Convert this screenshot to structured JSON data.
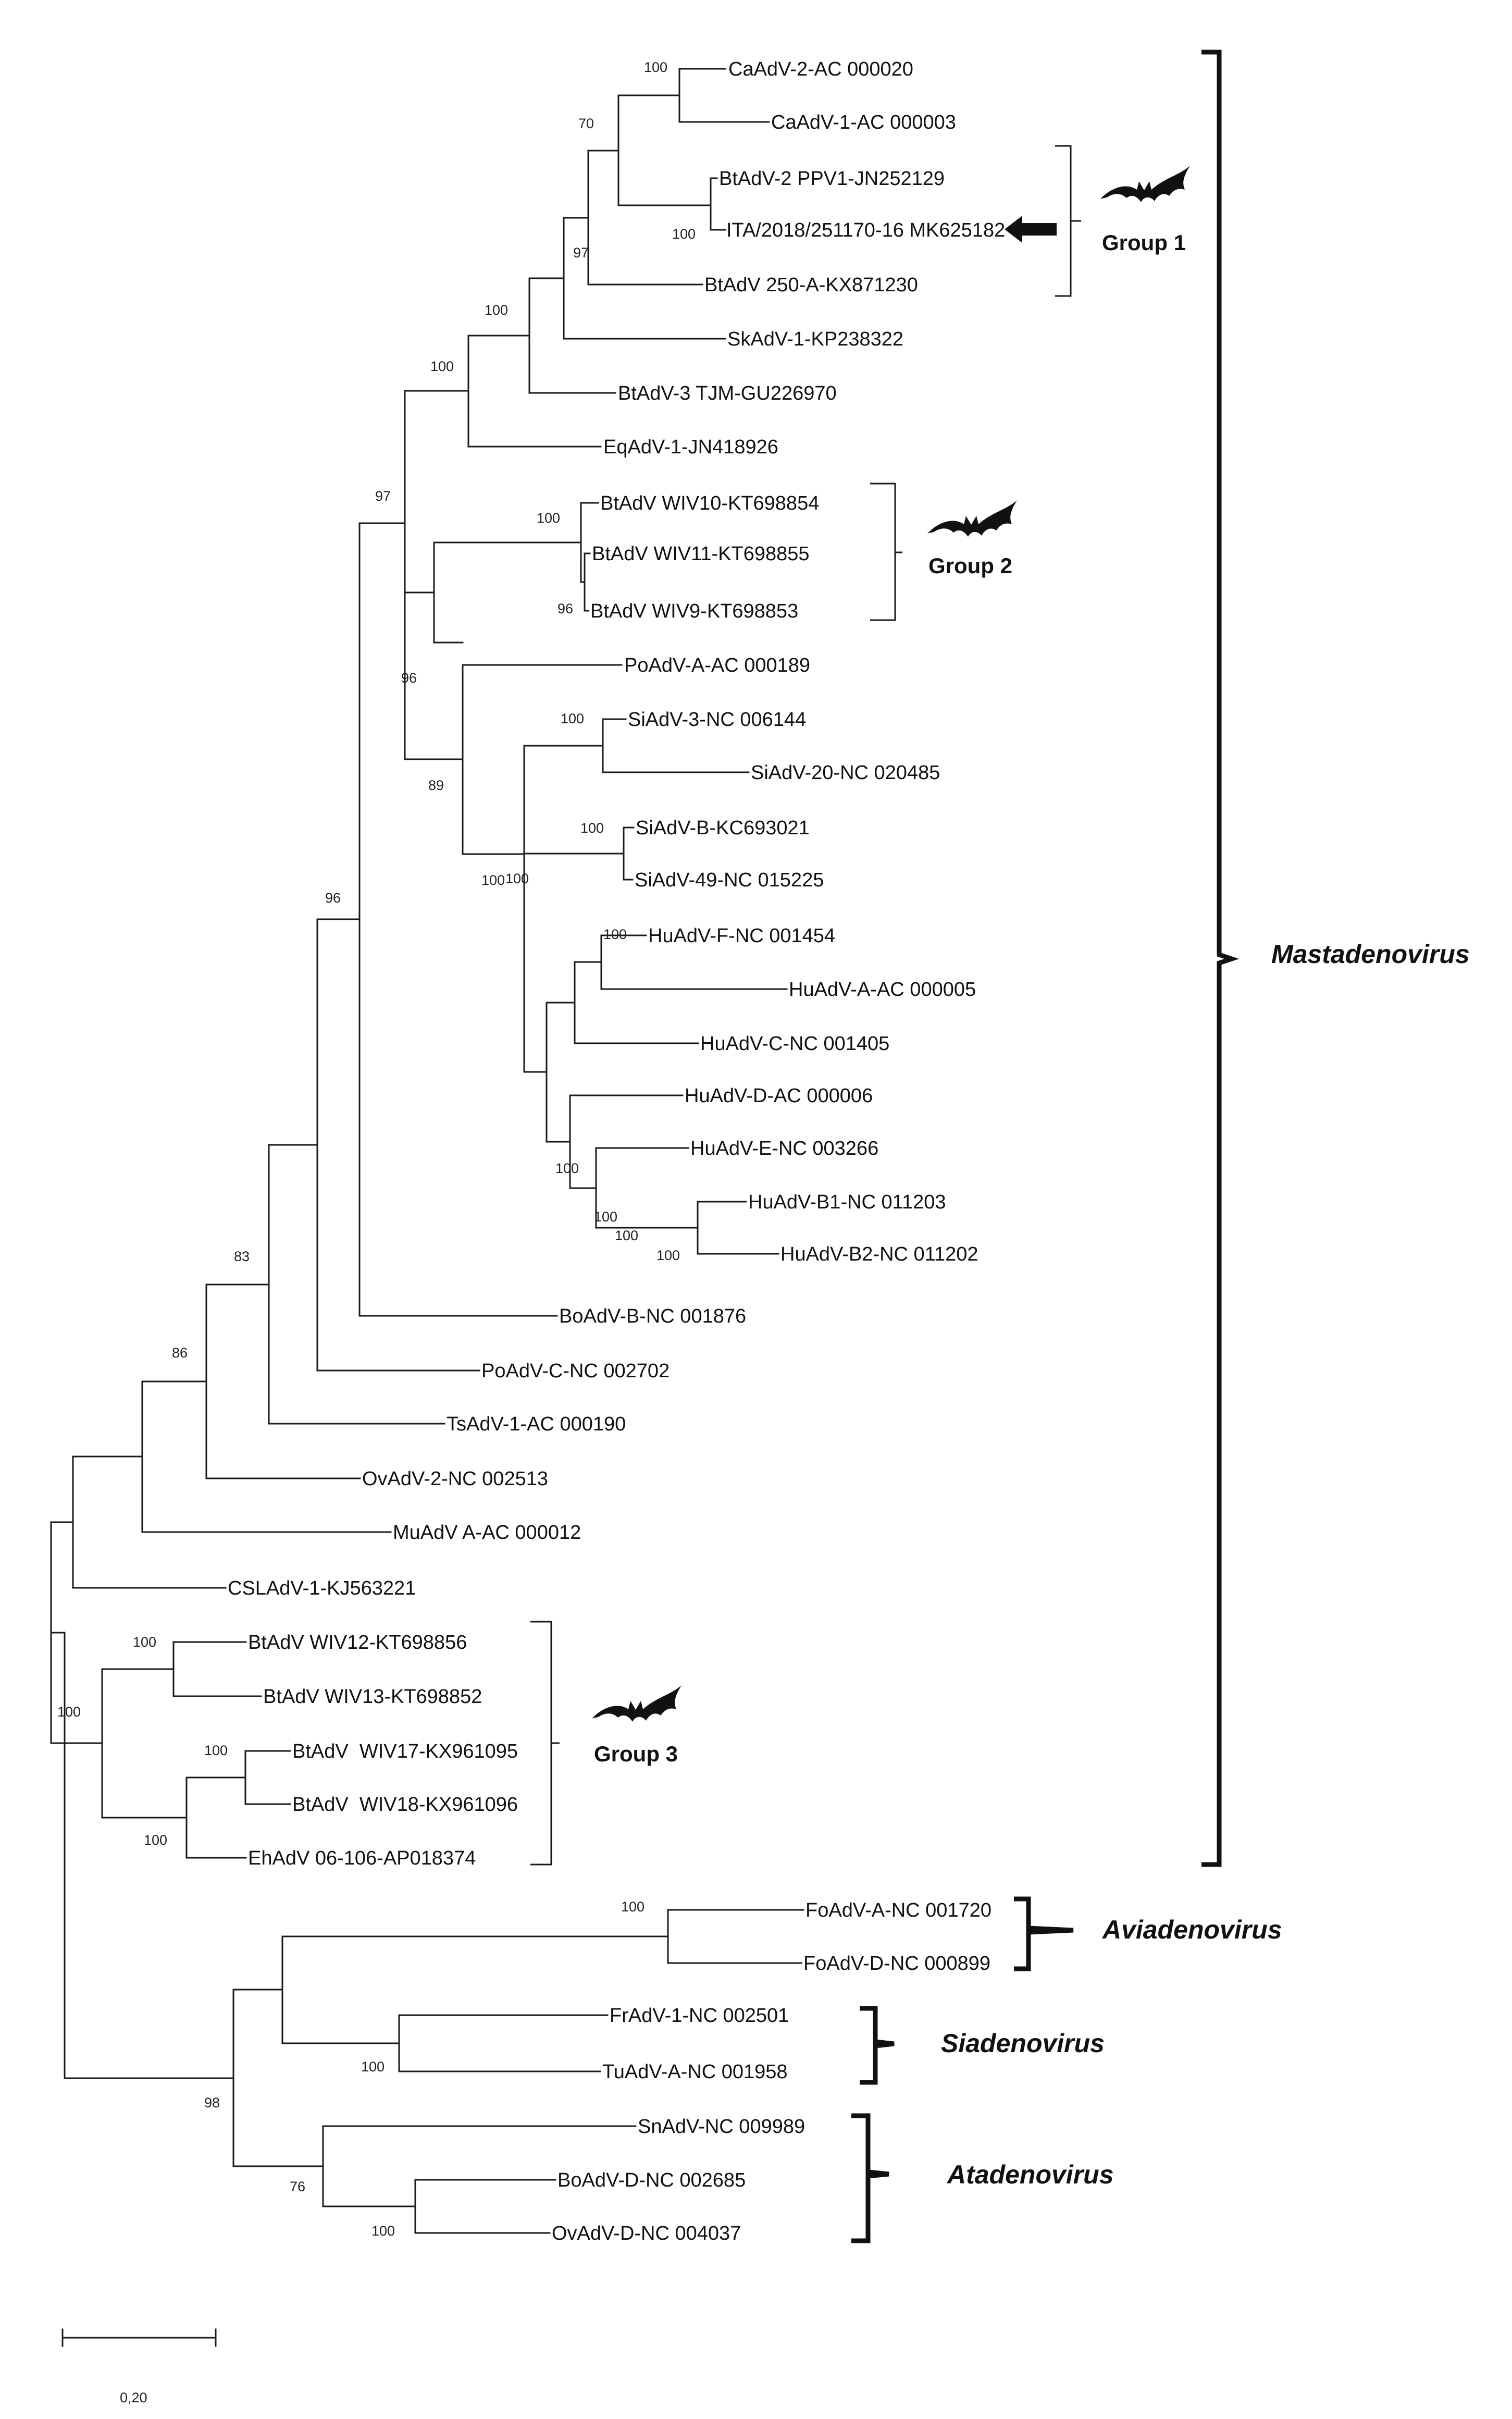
{
  "tree": {
    "leaves": [
      {
        "name": "CaAdV-2-AC 000020"
      },
      {
        "name": "CaAdV-1-AC 000003"
      },
      {
        "name": "BtAdV-2 PPV1-JN252129"
      },
      {
        "name": "ITA/2018/251170-16 MK625182"
      },
      {
        "name": "BtAdV 250-A-KX871230"
      },
      {
        "name": "SkAdV-1-KP238322"
      },
      {
        "name": "BtAdV-3 TJM-GU226970"
      },
      {
        "name": "EqAdV-1-JN418926"
      },
      {
        "name": "BtAdV WIV10-KT698854"
      },
      {
        "name": "BtAdV WIV11-KT698855"
      },
      {
        "name": "BtAdV WIV9-KT698853"
      },
      {
        "name": "PoAdV-A-AC 000189"
      },
      {
        "name": "SiAdV-3-NC 006144"
      },
      {
        "name": "SiAdV-20-NC 020485"
      },
      {
        "name": "SiAdV-B-KC693021"
      },
      {
        "name": "SiAdV-49-NC 015225"
      },
      {
        "name": "HuAdV-F-NC 001454"
      },
      {
        "name": "HuAdV-A-AC 000005"
      },
      {
        "name": "HuAdV-C-NC 001405"
      },
      {
        "name": "HuAdV-D-AC 000006"
      },
      {
        "name": "HuAdV-E-NC 003266"
      },
      {
        "name": "HuAdV-B1-NC 011203"
      },
      {
        "name": "HuAdV-B2-NC 011202"
      },
      {
        "name": "BoAdV-B-NC 001876"
      },
      {
        "name": "PoAdV-C-NC 002702"
      },
      {
        "name": "TsAdV-1-AC 000190"
      },
      {
        "name": "OvAdV-2-NC 002513"
      },
      {
        "name": "MuAdV A-AC 000012"
      },
      {
        "name": "CSLAdV-1-KJ563221"
      },
      {
        "name": "BtAdV WIV12-KT698856"
      },
      {
        "name": "BtAdV WIV13-KT698852"
      },
      {
        "name": "BtAdV  WIV17-KX961095"
      },
      {
        "name": "BtAdV  WIV18-KX961096"
      },
      {
        "name": "EhAdV 06-106-AP018374"
      },
      {
        "name": "FoAdV-A-NC 001720"
      },
      {
        "name": "FoAdV-D-NC 000899"
      },
      {
        "name": "FrAdV-1-NC 002501"
      },
      {
        "name": "TuAdV-A-NC 001958"
      },
      {
        "name": "SnAdV-NC 009989"
      },
      {
        "name": "BoAdV-D-NC 002685"
      },
      {
        "name": "OvAdV-D-NC 004037"
      }
    ],
    "bootstrap": [
      "100",
      "70",
      "100",
      "97",
      "100",
      "100",
      "97",
      "100",
      "96",
      "96",
      "89",
      "100",
      "100",
      "100",
      "100",
      "96",
      "100",
      "100",
      "100",
      "100",
      "83",
      "86",
      "100",
      "100",
      "100",
      "100",
      "100",
      "100",
      "100",
      "98",
      "76",
      "100"
    ]
  },
  "groups": {
    "group1": "Group 1",
    "group2": "Group 2",
    "group3": "Group 3"
  },
  "genera": {
    "mastadenovirus": "Mastadenovirus",
    "aviadenovirus": "Aviadenovirus",
    "siadenovirus": "Siadenovirus",
    "atadenovirus": "Atadenovirus"
  },
  "scale_bar": {
    "value": "0,20"
  },
  "colors": {
    "ink": "#1a1a1a",
    "background": "#ffffff"
  },
  "icons": [
    "bat-icon",
    "arrow-left-icon"
  ]
}
